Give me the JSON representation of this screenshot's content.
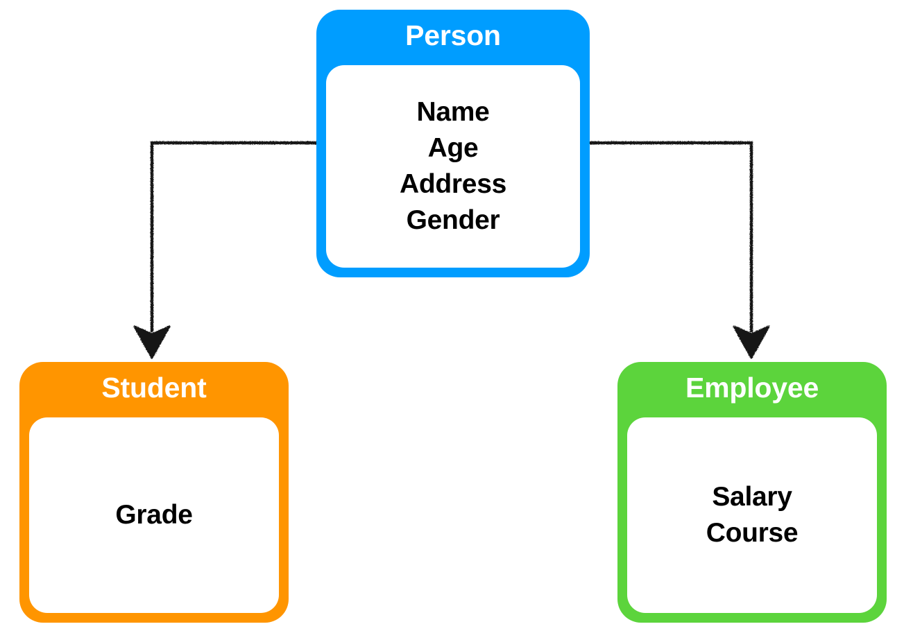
{
  "diagram": {
    "type": "class-inheritance-hierarchy",
    "background_color": "#FFFFFF",
    "connector_color": "#1A1A1A",
    "connector_style": "hand-drawn-elbow-with-filled-arrowhead"
  },
  "classes": {
    "person": {
      "name": "Person",
      "role": "superclass",
      "header_color": "#009DFF",
      "title_color": "#FFFFFF",
      "body_color": "#FFFFFF",
      "attributes": [
        "Name",
        "Age",
        "Address",
        "Gender"
      ]
    },
    "student": {
      "name": "Student",
      "role": "subclass",
      "header_color": "#FF9500",
      "title_color": "#FFFFFF",
      "body_color": "#FFFFFF",
      "attributes": [
        "Grade"
      ]
    },
    "employee": {
      "name": "Employee",
      "role": "subclass",
      "header_color": "#5CD43C",
      "title_color": "#FFFFFF",
      "body_color": "#FFFFFF",
      "attributes": [
        "Salary",
        "Course"
      ]
    }
  },
  "connections": [
    {
      "id": "person-to-student",
      "from": "Person",
      "to": "Student",
      "direction": "down-left",
      "arrowhead": "filled-triangle"
    },
    {
      "id": "person-to-employee",
      "from": "Person",
      "to": "Employee",
      "direction": "down-right",
      "arrowhead": "filled-triangle"
    }
  ]
}
